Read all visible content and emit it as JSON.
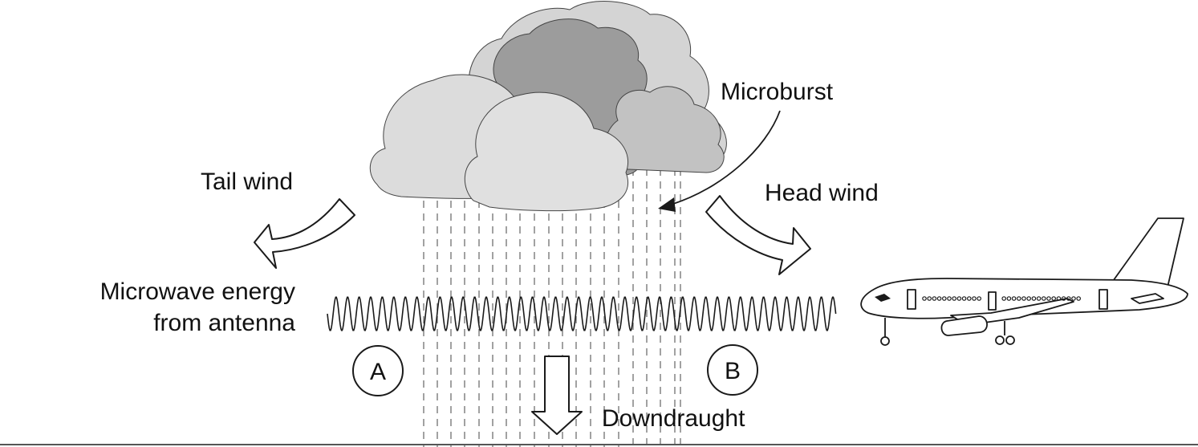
{
  "labels": {
    "microburst": "Microburst",
    "tail_wind": "Tail wind",
    "head_wind": "Head wind",
    "microwave_line1": "Microwave energy",
    "microwave_line2": "from antenna",
    "point_a": "A",
    "point_b": "B",
    "downdraught": "Downdraught"
  },
  "icons": {
    "cloud": "storm-cloud-icon",
    "aircraft": "airliner-icon",
    "rain": "rain-shaft",
    "wave": "microwave-signal"
  },
  "colors": {
    "outline": "#1a1a1a",
    "cloud_light": "#d9d9d9",
    "cloud_mid": "#c4c4c4",
    "cloud_dark": "#9a9a9a",
    "rain": "#8a8a8a"
  }
}
